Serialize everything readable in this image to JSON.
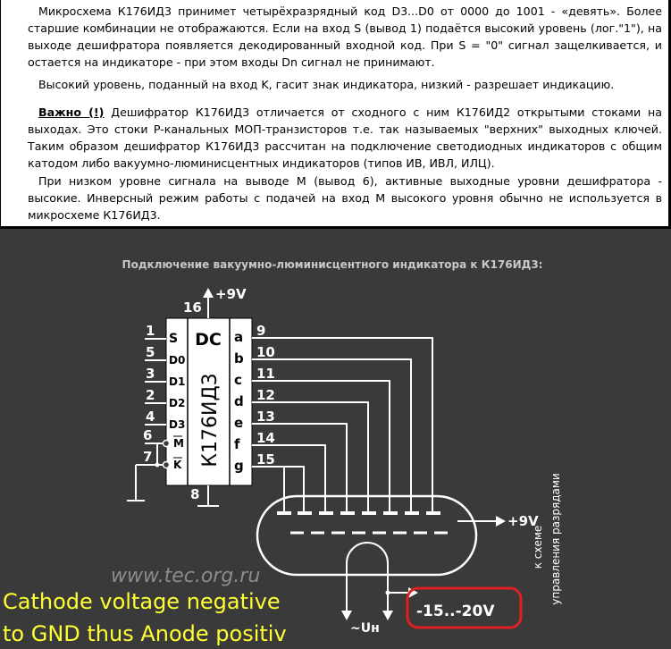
{
  "text": {
    "p1": "Микросхема К176ИД3 принимет четырёхразрядный код D3...D0 от 0000 до 1001 - «девять». Более старшие комбинации не отображаются. Если на вход S (вывод 1) подаётся высокий уровень (лог.\"1\"), на выходе дешифратора появляется декодированный входной код. При S = \"0\" сигнал защелкивается, и остается на индикаторе - при этом входы Dn сигнал не принимают.",
    "p2": "Высокий уровень, поданный на вход K, гасит знак индикатора, низкий - разрешает индикацию.",
    "p3_bold": "Важно (!)",
    "p3": "Дешифратор К176ИД3 отличается от сходного с ним К176ИД2 открытыми стоками на выходах. Это стоки P-канальных МОП-транзисторов т.е. так называемых \"верхних\" выходных ключей. Таким образом дешифратор К176ИД3 рассчитан на подключение светодиодных индикаторов с общим катодом либо вакуумно-люминисцентных индикаторов (типов ИВ, ИВЛ, ИЛЦ).",
    "p4": "При низком уровне сигнала на выводе M (вывод 6), активные выходные уровни дешифратора - высокие. Инверсный режим работы с подачей на вход M высокого уровня обычно не используется в микросхеме К176ИД3."
  },
  "diagram": {
    "title": "Подключение вакуумно-люминисцентного индикатора к К176ИД3:",
    "chip_header": "DC",
    "chip_name": "К176ИД3",
    "supply_top": "+9V",
    "pin_top": "16",
    "pin_bottom": "8",
    "inputs": [
      {
        "pin": "1",
        "label": "S"
      },
      {
        "pin": "5",
        "label": "D0"
      },
      {
        "pin": "3",
        "label": "D1"
      },
      {
        "pin": "2",
        "label": "D2"
      },
      {
        "pin": "4",
        "label": "D3"
      },
      {
        "pin": "6",
        "label": "M"
      },
      {
        "pin": "7",
        "label": "K"
      }
    ],
    "outputs": [
      {
        "label": "a",
        "pin": "9"
      },
      {
        "label": "b",
        "pin": "10"
      },
      {
        "label": "c",
        "pin": "11"
      },
      {
        "label": "d",
        "pin": "12"
      },
      {
        "label": "e",
        "pin": "13"
      },
      {
        "label": "f",
        "pin": "14"
      },
      {
        "label": "g",
        "pin": "15"
      }
    ],
    "grid_supply": "+9V",
    "side_label_1": "к схеме",
    "side_label_2": "управления разрядами",
    "filament": "~Uн",
    "cathode_voltage": "-15..-20V",
    "watermark": "www.tec.org.ru"
  },
  "caption": {
    "line1": "Cathode voltage negative",
    "line2": "to GND thus Anode positiv"
  },
  "colors": {
    "background": "#3a3a3a",
    "chip": "#ffffff",
    "wire": "#ffffff",
    "caption": "#ffff33",
    "highlight": "#e02020"
  }
}
